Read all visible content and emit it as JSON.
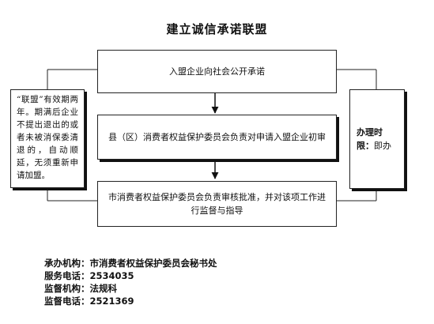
{
  "title": "建立诚信承诺联盟",
  "steps": [
    {
      "text": "入盟企业向社会公开承诺"
    },
    {
      "text": "县（区）消费者权益保护委员会负责对申请入盟企业初审"
    },
    {
      "text": "市消费者权益保护委员会负责审核批准，并对该项工作进行监督与指导"
    }
  ],
  "left_note": "“联盟”有效期两年。期满后企业不提出退出的或者未被消保委清退的，自动顺延，无须重新申请加盟。",
  "right_note": {
    "label": "办理时限：",
    "value": "即办"
  },
  "footer": [
    {
      "key": "承办机构：",
      "value": "市消费者权益保护委员会秘书处"
    },
    {
      "key": "服务电话：",
      "value": "2534035"
    },
    {
      "key": "监督机构：",
      "value": "法规科"
    },
    {
      "key": "监督电话：",
      "value": "2521369"
    }
  ]
}
